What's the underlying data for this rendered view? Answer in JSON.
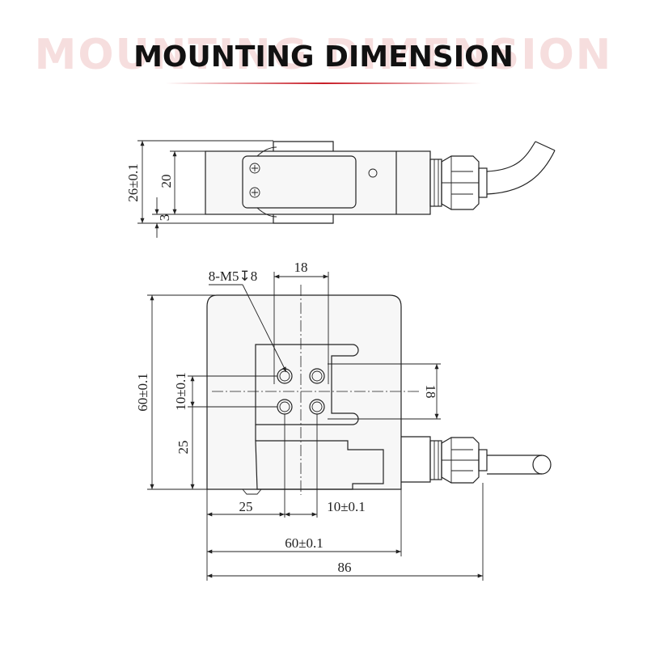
{
  "title": {
    "text": "MOUNTING DIMENSION",
    "ghost": "MOUNTING DIMENSION",
    "accent_color": "#c81e28"
  },
  "side_view": {
    "dims": {
      "height_total": "26±0.1",
      "height_block": "20",
      "offset": "3"
    }
  },
  "top_view": {
    "dims": {
      "thread_callout": "8-M5↧8",
      "hole_spacing_top": "18",
      "hole_spacing_right": "18",
      "height_total": "60±0.1",
      "hole_pitch_vertical": "10±0.1",
      "height_to_center": "25",
      "width_to_center": "25",
      "hole_pitch_horizontal": "10±0.1",
      "width_body": "60±0.1",
      "width_overall": "86"
    }
  }
}
